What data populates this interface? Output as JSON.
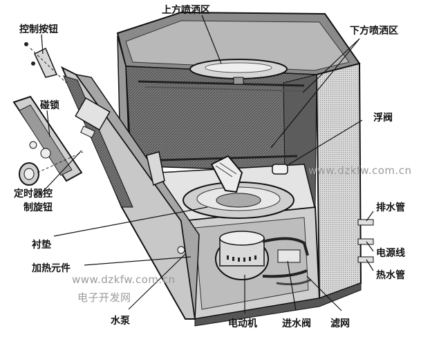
{
  "labels": {
    "control_button": "控制按钮",
    "upper_spray": "上方喷洒区",
    "lower_spray": "下方喷洒区",
    "door_latch": "碰锁",
    "float_valve": "浮阀",
    "timer_knob_1": "定时器控",
    "timer_knob_2": "制旋钮",
    "drain_pipe": "排水管",
    "gasket": "衬垫",
    "power_cord": "电源线",
    "heating_element": "加热元件",
    "hot_water_pipe": "热水管",
    "water_pump": "水泵",
    "motor": "电动机",
    "inlet_valve": "进水阀",
    "filter": "滤网"
  },
  "watermarks": {
    "site_right": "www.dzkfw.com.cn",
    "site_left": "www.dzkfw.com.cn",
    "brand": "电子开发网"
  }
}
